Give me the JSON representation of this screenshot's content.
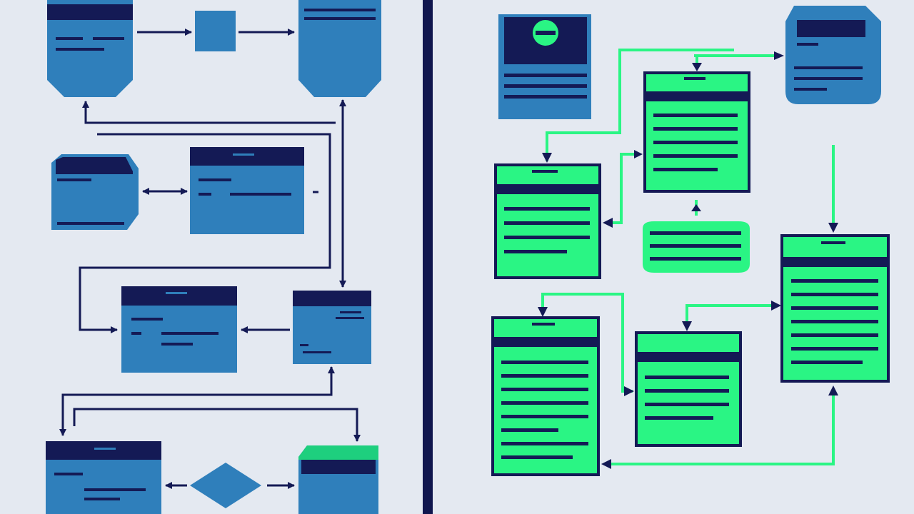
{
  "diagram": {
    "left_panel": {
      "name": "legacy-flow",
      "box_count": 11
    },
    "right_panel": {
      "name": "new-flow",
      "box_count": 10
    },
    "colors": {
      "background": "#e4e9f1",
      "navy": "#141a55",
      "blue_fill": "#2f7fbb",
      "green_fill": "#2af584",
      "divider": "#10164e"
    },
    "icons": [
      "minus-circle-icon"
    ]
  }
}
